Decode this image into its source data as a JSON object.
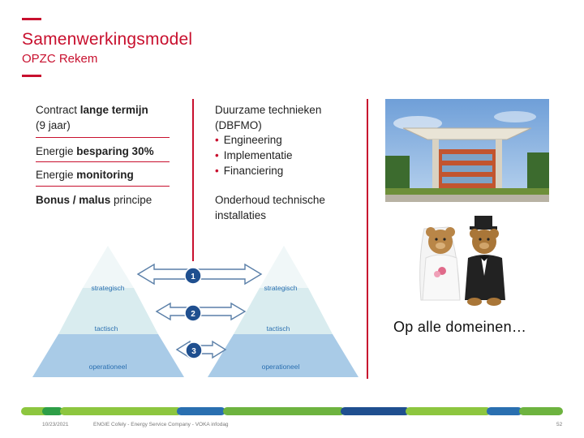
{
  "header": {
    "title": "Samenwerkingsmodel",
    "subtitle": "OPZC Rekem"
  },
  "left_column": {
    "item1_normal": "Contract ",
    "item1_bold": "lange termijn",
    "item1_sub": "(9 jaar)",
    "item2_normal": "Energie ",
    "item2_bold": "besparing 30%",
    "item3_normal": "Energie ",
    "item3_bold": "monitoring",
    "item4_bold": "Bonus / malus",
    "item4_normal": " principe"
  },
  "middle_column": {
    "heading1": "Duurzame technieken",
    "sub1": "(DBFMO)",
    "bullets": [
      "Engineering",
      "Implementatie",
      "Financiering"
    ],
    "heading2_line1": "Onderhoud technische",
    "heading2_line2": "installaties"
  },
  "diagram": {
    "left_levels": [
      "strategisch",
      "tactisch",
      "operationeel"
    ],
    "right_levels": [
      "strategisch",
      "tactisch",
      "operationeel"
    ],
    "numbers": [
      "1",
      "2",
      "3"
    ]
  },
  "caption": "Op alle domeinen…",
  "footer": {
    "date": "10/23/2021",
    "company": "ENGIE Cofely - Energy Service Company - VOKA infodag",
    "page": "52"
  },
  "colors": {
    "accent": "#c8102e",
    "pyramid_top": "#e6f2f4",
    "pyramid_mid": "#cfe6ea",
    "pyramid_bottom": "#a8cbe8",
    "level_text": "#2a6fb0",
    "circle": "#1f4f8f",
    "band_colors": [
      "#8dc63f",
      "#2e9e47",
      "#8dc63f",
      "#2a6fb0",
      "#6db33f",
      "#1f4f8f",
      "#8dc63f",
      "#2a6fb0",
      "#6db33f"
    ]
  }
}
